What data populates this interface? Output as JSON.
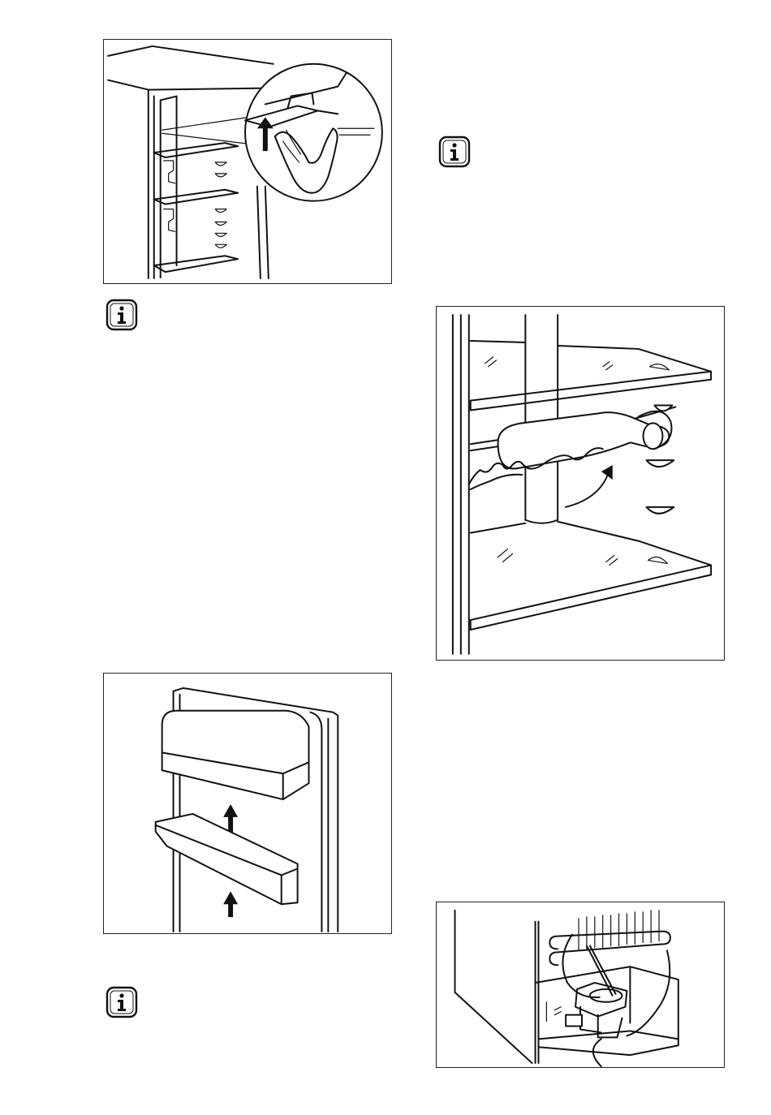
{
  "page": {
    "background": "#ffffff",
    "line_color": "#111111"
  },
  "info_icons": [
    {
      "id": "info-1",
      "icon": "information-icon",
      "glyph": "i"
    },
    {
      "id": "info-2",
      "icon": "information-icon",
      "glyph": "i"
    },
    {
      "id": "info-3",
      "icon": "information-icon",
      "glyph": "i"
    }
  ],
  "figures": [
    {
      "id": "shelf-removal",
      "icon": "fridge-shelf-lift-illustration"
    },
    {
      "id": "door-shelves",
      "icon": "door-balcony-shelves-illustration"
    },
    {
      "id": "bottle-rack",
      "icon": "bottle-rack-illustration"
    },
    {
      "id": "rear-drain",
      "icon": "rear-condenser-drain-illustration"
    }
  ]
}
